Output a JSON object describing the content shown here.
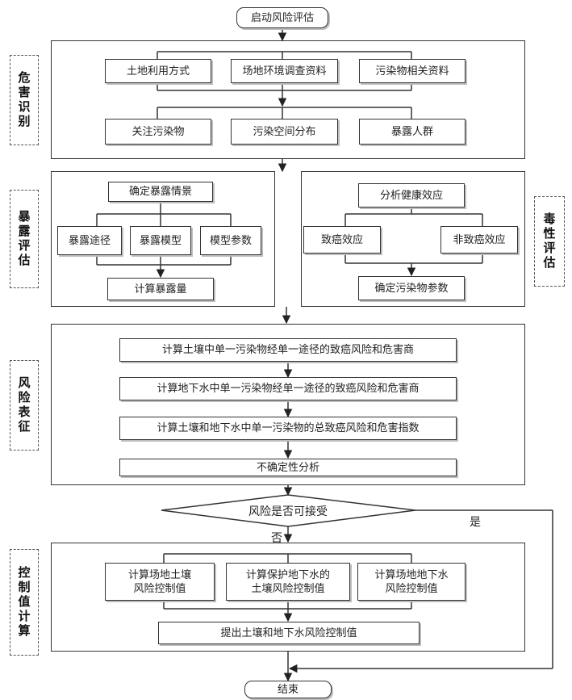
{
  "start": "启动风险评估",
  "end": "结束",
  "side_labels": {
    "hazard_id": "危害识别",
    "exposure": "暴露评估",
    "toxicity": "毒性评估",
    "risk_char": "风险表征",
    "control": "控制值计算"
  },
  "hazard": {
    "inputs": [
      "土地利用方式",
      "场地环境调查资料",
      "污染物相关资料"
    ],
    "outputs": [
      "关注污染物",
      "污染空间分布",
      "暴露人群"
    ]
  },
  "exposure": {
    "scenario": "确定暴露情景",
    "branches": [
      "暴露途径",
      "暴露模型",
      "模型参数"
    ],
    "result": "计算暴露量"
  },
  "toxicity": {
    "analysis": "分析健康效应",
    "branches": [
      "致癌效应",
      "非致癌效应"
    ],
    "result": "确定污染物参数"
  },
  "risk": {
    "steps": [
      "计算土壤中单一污染物经单一途径的致癌风险和危害商",
      "计算地下水中单一污染物经单一途径的致癌风险和危害商",
      "计算土壤和地下水中单一污染物的总致癌风险和危害指数",
      "不确定性分析"
    ]
  },
  "decision": {
    "question": "风险是否可接受",
    "yes": "是",
    "no": "否"
  },
  "control": {
    "items": [
      "计算场地土壤\n风险控制值",
      "计算保护地下水的\n土壤风险控制值",
      "计算场地地下水\n风险控制值"
    ],
    "final": "提出土壤和地下水风险控制值"
  }
}
